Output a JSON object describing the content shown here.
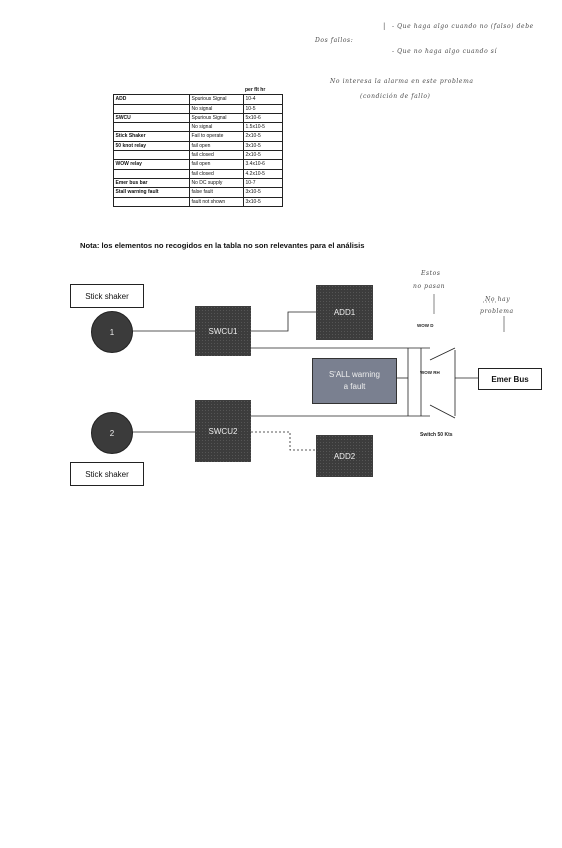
{
  "handwriting": {
    "line1_left": "Dos fallos:",
    "line1_right": "- Que haga algo cuando no (falso) debe",
    "line2": "- Que no haga algo cuando sí",
    "line3": "No interesa la alarma en este problema",
    "line4": "(condición de fallo)",
    "note_wow_1": "Estos",
    "note_wow_2": "no pasan",
    "note_switch_1": "No hay",
    "note_switch_2": "problema"
  },
  "table": {
    "header": "per flt hr",
    "rows": [
      {
        "component": "ADD",
        "mode": "Spurious Signal",
        "rate": "10-4"
      },
      {
        "component": "",
        "mode": "No signal",
        "rate": "10-5"
      },
      {
        "component": "SWCU",
        "mode": "Spurious Signal",
        "rate": "5x10-6"
      },
      {
        "component": "",
        "mode": "No signal",
        "rate": "1.5x10-5"
      },
      {
        "component": "Stick Shaker",
        "mode": "Fail to operate",
        "rate": "2x10-5"
      },
      {
        "component": "50 knot relay",
        "mode": "fail open",
        "rate": "3x10-5"
      },
      {
        "component": "",
        "mode": "fail closed",
        "rate": "2x10-5"
      },
      {
        "component": "WOW relay",
        "mode": "fail open",
        "rate": "3.4x10-6"
      },
      {
        "component": "",
        "mode": "fail closed",
        "rate": "4.2x10-5"
      },
      {
        "component": "Emer bus bar",
        "mode": "No DC supply",
        "rate": "10-7"
      },
      {
        "component": "Stall warning fault",
        "mode": "false fault",
        "rate": "3x10-5"
      },
      {
        "component": "",
        "mode": "fault not shown",
        "rate": "3x10-5"
      }
    ]
  },
  "note": "Nota: los elementos no recogidos en la tabla no son relevantes para el análisis",
  "diagram": {
    "stick_shaker_top": "Stick shaker",
    "stick_shaker_bottom": "Stick shaker",
    "circle1": "1",
    "circle2": "2",
    "swcu1": "SWCU1",
    "swcu2": "SWCU2",
    "add1": "ADD1",
    "add2": "ADD2",
    "stall_line1": "S'ALL warning",
    "stall_line2": "a fault",
    "emer_bus": "Emer Bus",
    "wow_top": "WOW D",
    "wow_mid": "WOW RH",
    "switch": "Switch 50 Kts"
  }
}
